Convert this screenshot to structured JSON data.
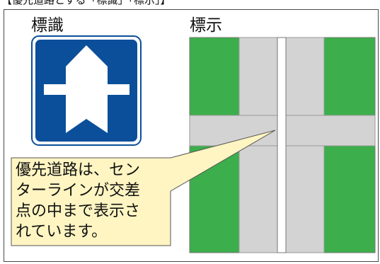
{
  "header_fragment": "【優先道路とする「標識」「標示」】",
  "sign_label": "標識",
  "marking_label": "標示",
  "callout": {
    "lines": [
      "優先道路は、セン",
      "ターラインが交差",
      "点の中まで表示さ",
      "れています。"
    ]
  },
  "colors": {
    "sign_blue": "#0b4f9a",
    "grass_green": "#3cae4b",
    "road_gray": "#d3d3d3",
    "centerline_white": "#ffffff",
    "callout_fill": "#fff5c2"
  }
}
